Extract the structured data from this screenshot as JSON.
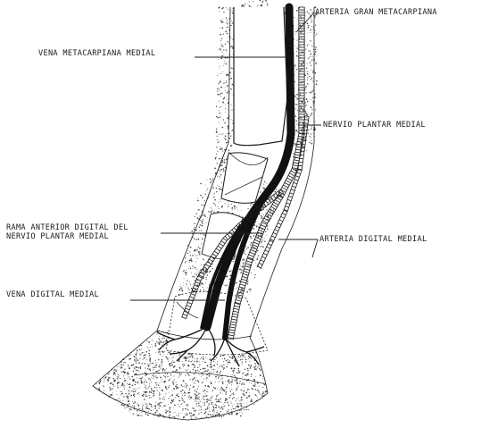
{
  "labels": {
    "arteria_gran_metacarpiana": "ARTERIA GRAN METACARPIANA",
    "vena_metacarpiana_medial": "VENA METACARPIANA MEDIAL",
    "nervio_plantar_medial": "NERVIO PLANTAR MEDIAL",
    "rama_anterior_line1": "RAMA ANTERIOR DIGITAL DEL",
    "rama_anterior_line2": "NERVIO PLANTAR MEDIAL",
    "arteria_digital_medial": "ARTERIA DIGITAL MEDIAL",
    "vena_digital_medial": "VENA DIGITAL MEDIAL"
  },
  "colors": {
    "ink": "#1a1a1a",
    "stipple": "#3a3a3a",
    "paper": "#ffffff"
  }
}
